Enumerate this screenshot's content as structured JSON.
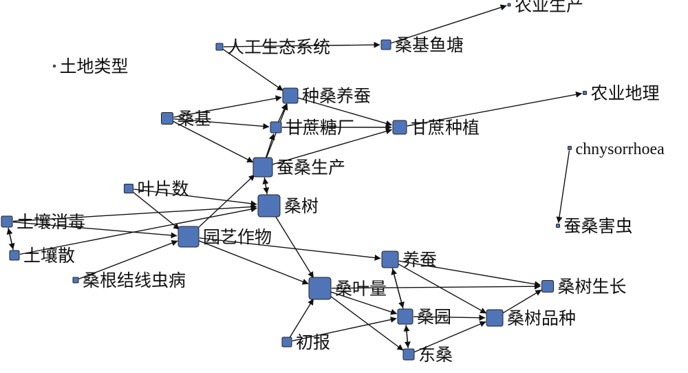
{
  "colors": {
    "node_fill": "#4f74b8",
    "node_stroke": "#222222",
    "edge": "#111111",
    "background": "#ffffff"
  },
  "nodes": [
    {
      "id": "nongye_shengchan",
      "label": "农业生产"
    },
    {
      "id": "rengong",
      "label": "人工生态系统"
    },
    {
      "id": "sangji_yutang",
      "label": "桑基鱼塘"
    },
    {
      "id": "tudi",
      "label": "土地类型"
    },
    {
      "id": "zhongsang",
      "label": "种桑养蚕"
    },
    {
      "id": "nongye_dili",
      "label": "农业地理"
    },
    {
      "id": "sangji",
      "label": "桑基"
    },
    {
      "id": "ganzhe_tang",
      "label": "甘蔗糖厂"
    },
    {
      "id": "ganzhe_zhong",
      "label": "甘蔗种植"
    },
    {
      "id": "chny",
      "label": "chnysorrhoea"
    },
    {
      "id": "cansang_sc",
      "label": "蚕桑生产"
    },
    {
      "id": "yepian",
      "label": "叶片数"
    },
    {
      "id": "sangshu",
      "label": "桑树"
    },
    {
      "id": "turang_xd",
      "label": "土壤消毒"
    },
    {
      "id": "yuanyi",
      "label": "园艺作物"
    },
    {
      "id": "cansang_hc",
      "label": "蚕桑害虫"
    },
    {
      "id": "turang_san",
      "label": "土壤散"
    },
    {
      "id": "yangcan",
      "label": "养蚕"
    },
    {
      "id": "sanggen",
      "label": "桑根结线虫病"
    },
    {
      "id": "sangye",
      "label": "桑叶量"
    },
    {
      "id": "sangshu_sz",
      "label": "桑树生长"
    },
    {
      "id": "sangyuan",
      "label": "桑园"
    },
    {
      "id": "sangshu_pz",
      "label": "桑树品种"
    },
    {
      "id": "chubao",
      "label": "初报"
    },
    {
      "id": "dongsang",
      "label": "东桑"
    }
  ],
  "edges": [
    [
      "rengong",
      "sangji_yutang"
    ],
    [
      "rengong",
      "zhongsang"
    ],
    [
      "sangji_yutang",
      "nongye_shengchan"
    ],
    [
      "sangji",
      "zhongsang"
    ],
    [
      "sangji",
      "ganzhe_tang"
    ],
    [
      "sangji",
      "cansang_sc"
    ],
    [
      "zhongsang",
      "ganzhe_zhong"
    ],
    [
      "ganzhe_tang",
      "ganzhe_zhong"
    ],
    [
      "ganzhe_tang",
      "zhongsang"
    ],
    [
      "cansang_sc",
      "zhongsang"
    ],
    [
      "cansang_sc",
      "ganzhe_tang"
    ],
    [
      "cansang_sc",
      "ganzhe_zhong"
    ],
    [
      "ganzhe_zhong",
      "nongye_dili"
    ],
    [
      "chny",
      "cansang_hc"
    ],
    [
      "cansang_sc",
      "sangshu"
    ],
    [
      "sangshu",
      "cansang_sc"
    ],
    [
      "yepian",
      "sangshu"
    ],
    [
      "yepian",
      "yuanyi"
    ],
    [
      "turang_xd",
      "sangshu"
    ],
    [
      "turang_xd",
      "yuanyi"
    ],
    [
      "turang_xd",
      "turang_san"
    ],
    [
      "turang_san",
      "turang_xd"
    ],
    [
      "turang_san",
      "sangshu"
    ],
    [
      "sanggen",
      "yuanyi"
    ],
    [
      "yuanyi",
      "cansang_sc"
    ],
    [
      "yuanyi",
      "yangcan"
    ],
    [
      "yuanyi",
      "sangye"
    ],
    [
      "sangshu",
      "sangye"
    ],
    [
      "sangye",
      "sangshu_sz"
    ],
    [
      "sangye",
      "sangyuan"
    ],
    [
      "sangye",
      "dongsang"
    ],
    [
      "chubao",
      "sangye"
    ],
    [
      "chubao",
      "sangyuan"
    ],
    [
      "yangcan",
      "sangyuan"
    ],
    [
      "sangyuan",
      "yangcan"
    ],
    [
      "yangcan",
      "sangshu_sz"
    ],
    [
      "yangcan",
      "sangshu_pz"
    ],
    [
      "sangyuan",
      "sangshu_pz"
    ],
    [
      "sangyuan",
      "dongsang"
    ],
    [
      "dongsang",
      "sangyuan"
    ],
    [
      "dongsang",
      "sangshu_pz"
    ],
    [
      "sangshu_pz",
      "sangshu_sz"
    ]
  ]
}
